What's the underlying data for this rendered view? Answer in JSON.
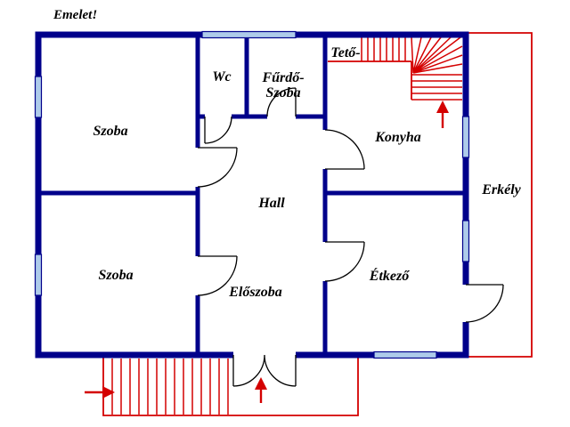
{
  "title": "Emelet!",
  "rooms": {
    "szoba_top": "Szoba",
    "szoba_bottom": "Szoba",
    "wc": "Wc",
    "furdo_line1": "Fűrdő-",
    "furdo_line2": "Szoba",
    "teto": "Tető-",
    "konyha": "Konyha",
    "hall": "Hall",
    "erkely": "Erkély",
    "etkezo": "Étkező",
    "eloszoba": "Előszoba"
  },
  "colors": {
    "wall": "#00008b",
    "stairs": "#d40000",
    "window": "#aecbea",
    "door": "#000000",
    "text": "#000000",
    "background": "#ffffff"
  }
}
